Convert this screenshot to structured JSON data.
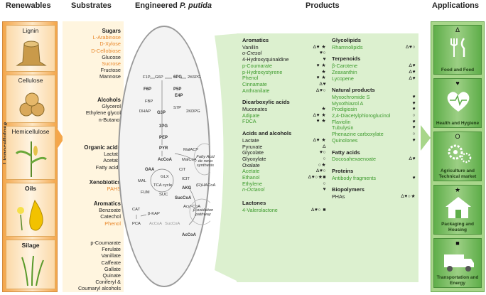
{
  "headers": {
    "renewables": "Renewables",
    "substrates": "Substrates",
    "engineered_prefix": "Engineered ",
    "engineered_species": "P. putida",
    "products": "Products",
    "applications": "Applications"
  },
  "renewables": {
    "group_label": "Lignocellulose",
    "items": [
      "Lignin",
      "Cellulose",
      "Hemicellulose",
      "Oils",
      "Silage"
    ]
  },
  "substrates": {
    "sugars": {
      "title": "Sugars",
      "items": [
        "L-Arabinose",
        "D-Xylose",
        "D-Cellobiose",
        "Glucose",
        "Sucrose",
        "Fructose",
        "Mannose"
      ]
    },
    "alcohols": {
      "title": "Alcohols",
      "items": [
        "Glycerol",
        "Ethylene glycol",
        "n-Butanol"
      ]
    },
    "organic_acids": {
      "title": "Organic acids",
      "items": [
        "Lactate",
        "Acetate",
        "Fatty acids"
      ]
    },
    "xenobiotics": {
      "title": "Xenobiotics",
      "items": [
        "PAHS"
      ]
    },
    "aromatics": {
      "title": "Aromatics",
      "items": [
        "Benzoate",
        "Catechol",
        "Phenol"
      ]
    },
    "other": [
      "p-Coumarate",
      "Ferulate",
      "Vanillate",
      "Caffeate",
      "Gallate",
      "Quinate",
      "Coniferyl &",
      "Coumaryl alcohols"
    ]
  },
  "metabolites": {
    "f1p": "F1P",
    "g6p": "G6P",
    "pg6": "6PG",
    "kdpg1": "2K6PG",
    "f6p": "F6P",
    "p5p": "P5P",
    "e4p": "E4P",
    "fbp": "FBP",
    "s7p": "S7P",
    "dhap": "DHAP",
    "g3p": "G3P",
    "kdpg2": "2KDPG",
    "pg3": "3PG",
    "pep": "PEP",
    "pyr": "PYR",
    "acoa": "AcCoA",
    "malacp": "MalACP",
    "malcoa": "MalCoA",
    "oaa": "OAA",
    "cit": "CIT",
    "mal": "MAL",
    "icit": "ICIT",
    "glx": "GLX",
    "tca": "TCA cycle",
    "akg": "AKG",
    "fum": "FUM",
    "suc": "SUC",
    "succoa": "SucCoA",
    "fa_denovo": "Fatty Acid de novo synthesis",
    "rhacoa": "(R)HACoA",
    "acylcoa": "Acyl-CoA",
    "beta_ox": "β-oxidation pathway",
    "cat": "CAT",
    "bkap": "β-KAP",
    "pca": "PCA",
    "acoa2": "AcCoA",
    "succoa2": "SucCoA",
    "acoa3": "AcCoA"
  },
  "products": {
    "aromatics": {
      "title": "Aromatics",
      "rows": [
        {
          "name": "Vanillin",
          "sym": "Δ♥ ★"
        },
        {
          "name": "o-Cresol",
          "sym": "♥○"
        },
        {
          "name": "4-Hydroxyquinaldine",
          "sym": "♥"
        },
        {
          "name": "p-Coumarate",
          "sym": "♥ ★"
        },
        {
          "name": "p-Hydroxystyrene",
          "sym": "★"
        },
        {
          "name": "Phenol",
          "sym": "♥ ★"
        },
        {
          "name": "Cinnamate",
          "sym": "Δ♥"
        },
        {
          "name": "Anthranilate",
          "sym": "Δ♥○"
        }
      ]
    },
    "dicarboxylic": {
      "title": "Dicarboxylic acids",
      "rows": [
        {
          "name": "Muconates",
          "sym": "★"
        },
        {
          "name": "Adipate",
          "sym": "Δ♥ ★"
        },
        {
          "name": "FDCA",
          "sym": "♥ ★"
        }
      ]
    },
    "acids_alcohols": {
      "title": "Acids and alcohols",
      "rows": [
        {
          "name": "Lactate",
          "sym": "Δ♥ ★"
        },
        {
          "name": "Pyruvate",
          "sym": "Δ"
        },
        {
          "name": "Glycolate",
          "sym": "♥○"
        },
        {
          "name": "Glyoxylate",
          "sym": "○"
        },
        {
          "name": "Oxalate",
          "sym": "○★"
        },
        {
          "name": "Acetate",
          "sym": "Δ♥○"
        },
        {
          "name": "Ethanol",
          "sym": "Δ♥○★■"
        },
        {
          "name": "Ethylene",
          "sym": "○"
        },
        {
          "name": "n-Octanol",
          "sym": "♥"
        }
      ]
    },
    "lactones": {
      "title": "Lactones",
      "rows": [
        {
          "name": "4-Valerolactone",
          "sym": "Δ♥○ ■"
        }
      ]
    },
    "glycolipids": {
      "title": "Glycolipids",
      "rows": [
        {
          "name": "Rhamnolipids",
          "sym": "Δ♥○"
        }
      ]
    },
    "terpenoids": {
      "title": "Terpenoids",
      "rows": [
        {
          "name": "β-Carotene",
          "sym": "Δ♥"
        },
        {
          "name": "Zeaxanthin",
          "sym": "Δ♥"
        },
        {
          "name": "Lycopene",
          "sym": "Δ♥"
        }
      ]
    },
    "natural": {
      "title": "Natural products",
      "rows": [
        {
          "name": "Myxochromide S",
          "sym": "♥"
        },
        {
          "name": "Myxothiazol A",
          "sym": "♥"
        },
        {
          "name": "Prodigiosin",
          "sym": "♥"
        },
        {
          "name": "2,4-Diacetylphloroglucinol",
          "sym": "○"
        },
        {
          "name": "Flaviolin",
          "sym": "♥"
        },
        {
          "name": "Tubulysin",
          "sym": "♥"
        },
        {
          "name": "Phenazine carboxylate",
          "sym": "○"
        },
        {
          "name": "Quinolones",
          "sym": "♥"
        }
      ]
    },
    "fatty_acids": {
      "title": "Fatty acids",
      "rows": [
        {
          "name": "Docosahexaenoate",
          "sym": "Δ♥"
        }
      ]
    },
    "proteins": {
      "title": "Proteins",
      "rows": [
        {
          "name": "Antibody fragments",
          "sym": "♥"
        }
      ]
    },
    "biopolymers": {
      "title": "Biopolymers",
      "rows": [
        {
          "name": "PHAs",
          "sym": "Δ♥○★"
        }
      ]
    }
  },
  "applications": [
    {
      "symbol": "Δ",
      "label": "Food and Feed",
      "icon": "fork-knife-icon"
    },
    {
      "symbol": "♥",
      "label": "Health and Hygiene",
      "icon": "heart-pulse-icon"
    },
    {
      "symbol": "O",
      "label": "Agriculture and Technical market",
      "icon": "gears-icon"
    },
    {
      "symbol": "★",
      "label": "Packaging and Housing",
      "icon": "house-icon"
    },
    {
      "symbol": "■",
      "label": "Transportation and Energy",
      "icon": "truck-icon"
    }
  ],
  "colors": {
    "orange": "#e8872a",
    "green_text": "#3c9a2c",
    "green_panel": "#dcf0cf",
    "app_green": "#5fae4a"
  }
}
